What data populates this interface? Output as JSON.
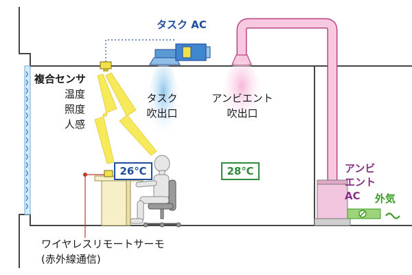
{
  "labels": {
    "task_ac": "タスク AC",
    "composite_sensor": "複合センサ",
    "sensor_items": [
      "温度",
      "照度",
      "人感"
    ],
    "task_outlet": [
      "タスク",
      "吹出口"
    ],
    "ambient_outlet": [
      "アンビエント",
      "吹出口"
    ],
    "ambient_ac": [
      "アンビ",
      "エント",
      "AC"
    ],
    "outside_air": "外気",
    "wireless_thermo": "ワイヤレスリモートサーモ",
    "infrared": "(赤外線通信)",
    "temp_task": "26℃",
    "temp_ambient": "28℃"
  },
  "colors": {
    "task_blue": "#1f4e9c",
    "ambient_pink": "#f2b8d8",
    "ambient_temp_green": "#2f8a3a",
    "lightning_yellow": "#f2e24a",
    "outside_air_green": "#3a9a24"
  }
}
